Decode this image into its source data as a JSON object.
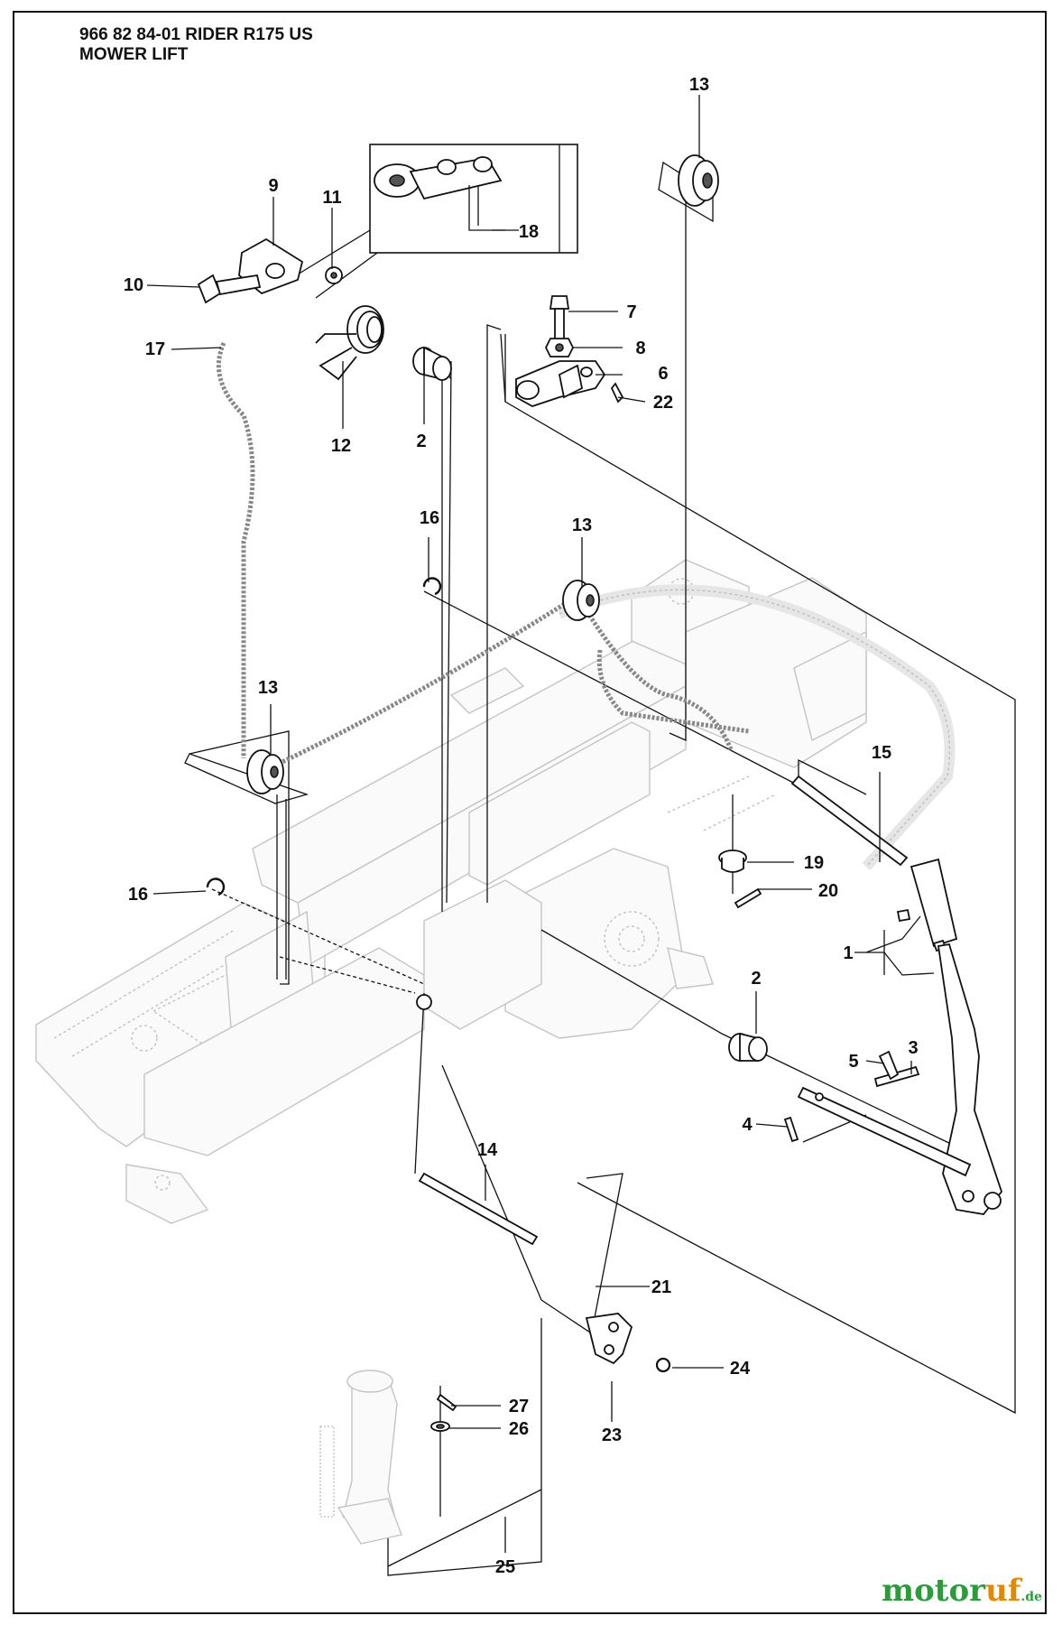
{
  "header": {
    "line1": "966 82 84-01 RIDER R175 US",
    "line2": "MOWER LIFT"
  },
  "callouts": [
    {
      "id": "c1",
      "label": "1"
    },
    {
      "id": "c2a",
      "label": "2"
    },
    {
      "id": "c2b",
      "label": "2"
    },
    {
      "id": "c3",
      "label": "3"
    },
    {
      "id": "c4",
      "label": "4"
    },
    {
      "id": "c5",
      "label": "5"
    },
    {
      "id": "c6",
      "label": "6"
    },
    {
      "id": "c7",
      "label": "7"
    },
    {
      "id": "c8",
      "label": "8"
    },
    {
      "id": "c9",
      "label": "9"
    },
    {
      "id": "c10",
      "label": "10"
    },
    {
      "id": "c11",
      "label": "11"
    },
    {
      "id": "c12",
      "label": "12"
    },
    {
      "id": "c13a",
      "label": "13"
    },
    {
      "id": "c13b",
      "label": "13"
    },
    {
      "id": "c13c",
      "label": "13"
    },
    {
      "id": "c14",
      "label": "14"
    },
    {
      "id": "c15",
      "label": "15"
    },
    {
      "id": "c16a",
      "label": "16"
    },
    {
      "id": "c16b",
      "label": "16"
    },
    {
      "id": "c17",
      "label": "17"
    },
    {
      "id": "c18",
      "label": "18"
    },
    {
      "id": "c19",
      "label": "19"
    },
    {
      "id": "c20",
      "label": "20"
    },
    {
      "id": "c21",
      "label": "21"
    },
    {
      "id": "c22",
      "label": "22"
    },
    {
      "id": "c23",
      "label": "23"
    },
    {
      "id": "c24",
      "label": "24"
    },
    {
      "id": "c25",
      "label": "25"
    },
    {
      "id": "c26",
      "label": "26"
    },
    {
      "id": "c27",
      "label": "27"
    }
  ],
  "watermark": {
    "part1": "motor",
    "part2": "uf",
    "suffix": ".de"
  },
  "colors": {
    "ink": "#111111",
    "ghost": "#bdbdbd",
    "brand_green": "#2a9d3a",
    "brand_orange": "#e08a00"
  }
}
